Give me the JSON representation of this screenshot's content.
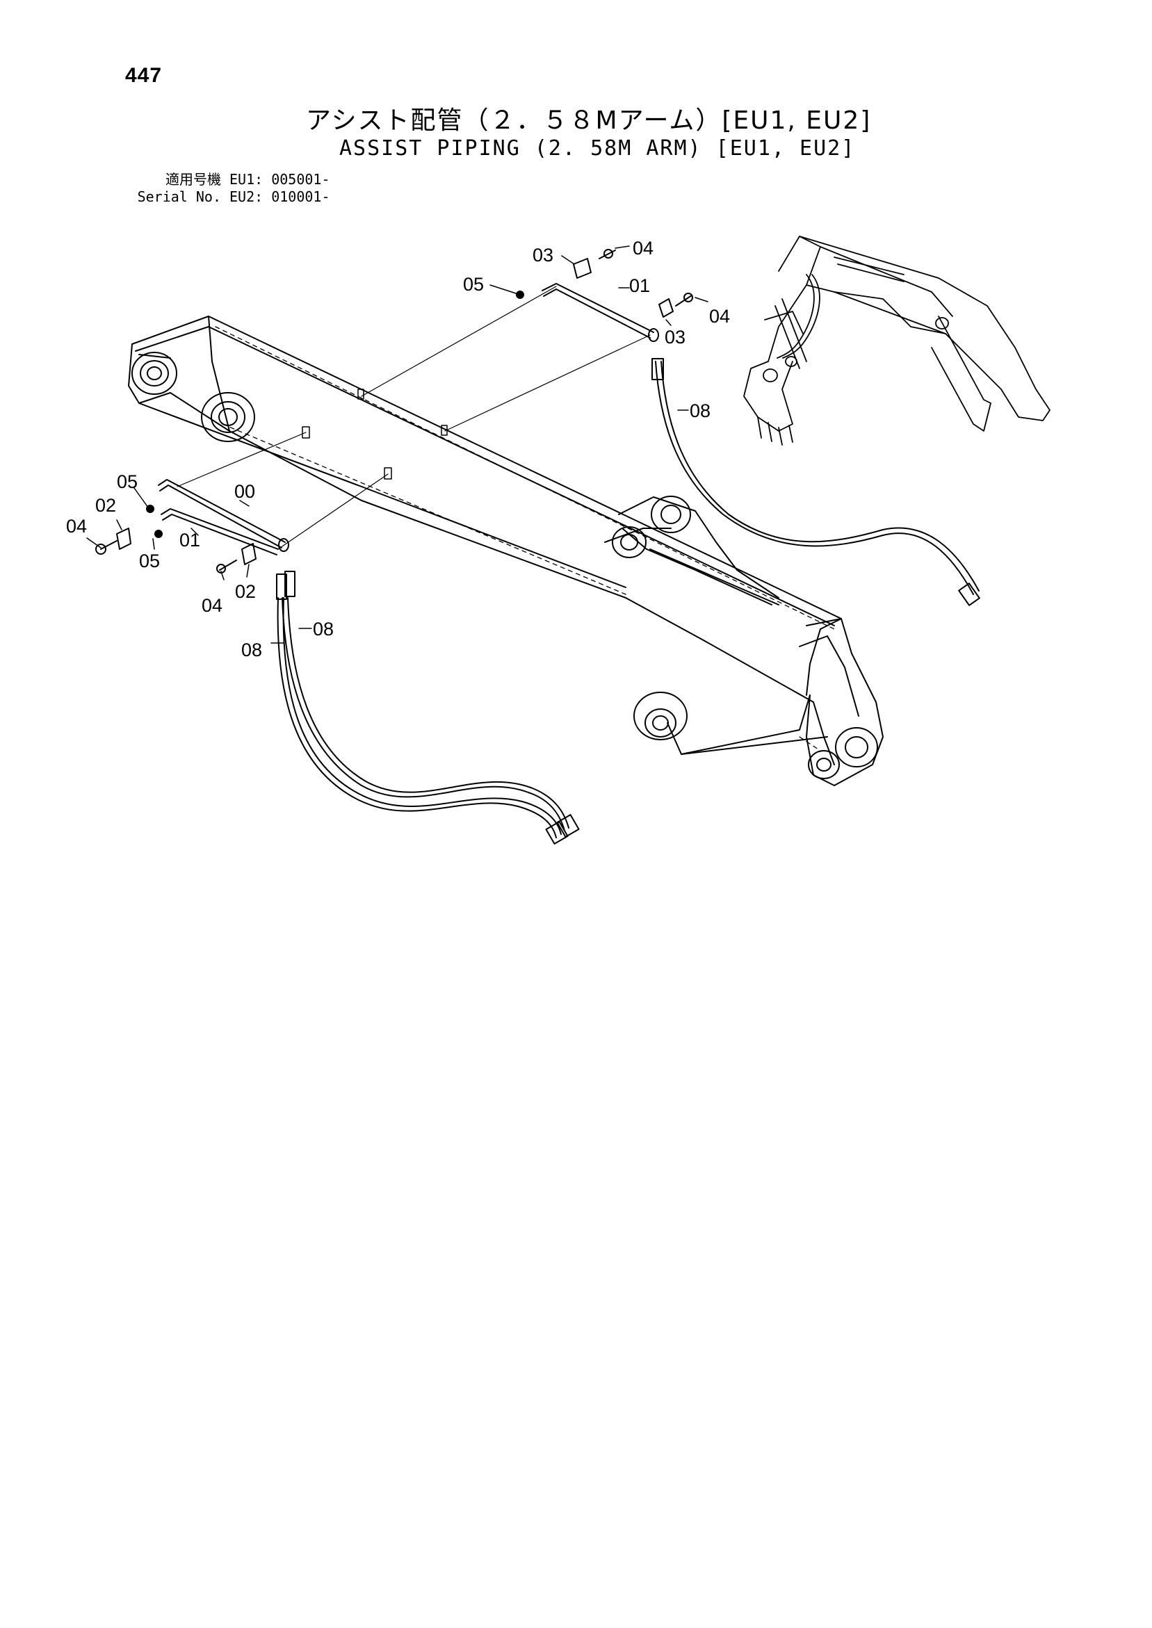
{
  "header": {
    "page_number": "447",
    "title_jp": "アシスト配管（２．５８Mアーム）[EU1, EU2]",
    "title_en": "ASSIST PIPING (2. 58M ARM) [EU1, EU2]",
    "applicability": [
      {
        "label": "適用号機",
        "value": "EU1: 005001-"
      },
      {
        "label": "Serial No.",
        "value": "EU2: 010001-"
      }
    ]
  },
  "callouts": {
    "c03_top": "03",
    "c04_top": "04",
    "c05_top": "05",
    "c01_top": "01",
    "c04_right": "04",
    "c03_right": "03",
    "c08_right": "08",
    "c05_left": "05",
    "c02_left": "02",
    "c00_left": "00",
    "c04_left": "04",
    "c01_left": "01",
    "c05_left_low": "05",
    "c04_bottom": "04",
    "c02_bottom": "02",
    "c08_left_a": "08",
    "c08_left_b": "08"
  }
}
